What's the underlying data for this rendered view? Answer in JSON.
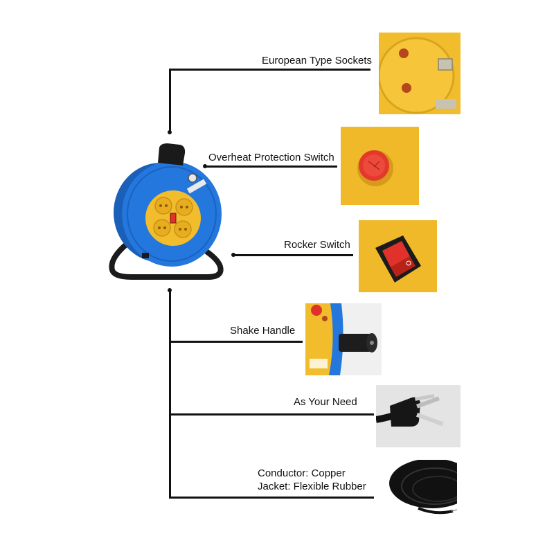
{
  "features": [
    {
      "id": "sockets",
      "label": "European Type Sockets"
    },
    {
      "id": "overheat",
      "label": "Overheat Protection Switch"
    },
    {
      "id": "rocker",
      "label": "Rocker Switch"
    },
    {
      "id": "handle",
      "label": "Shake Handle"
    },
    {
      "id": "plug",
      "label": "As Your Need"
    },
    {
      "id": "cable",
      "label_line1": "Conductor: Copper",
      "label_line2": "Jacket: Flexible Rubber"
    }
  ],
  "colors": {
    "reel_blue": "#1f6fd1",
    "socket_yellow": "#f2bd2c",
    "switch_red": "#e0322a",
    "line_black": "#111111"
  }
}
